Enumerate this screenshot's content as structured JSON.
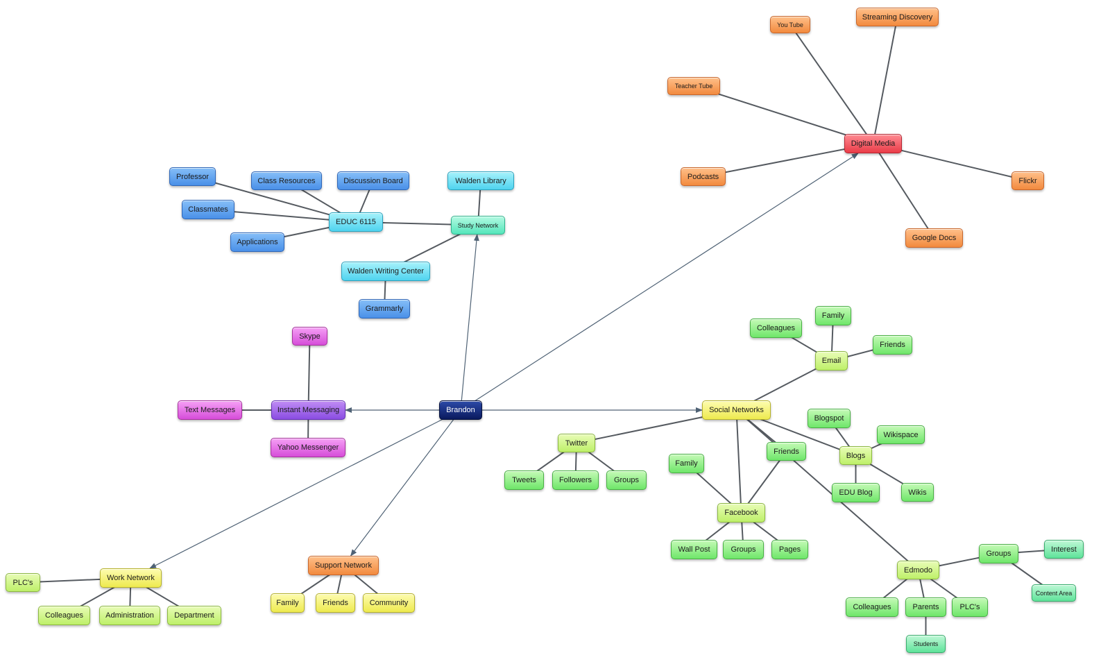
{
  "nodes": {
    "brandon": {
      "label": "Brandon"
    },
    "study_network": {
      "label": "Study Network"
    },
    "educ_6115": {
      "label": "EDUC 6115"
    },
    "walden_library": {
      "label": "Walden Library"
    },
    "walden_writing_center": {
      "label": "Walden Writing Center"
    },
    "grammarly": {
      "label": "Grammarly"
    },
    "professor": {
      "label": "Professor"
    },
    "class_resources": {
      "label": "Class Resources"
    },
    "discussion_board": {
      "label": "Discussion Board"
    },
    "classmates": {
      "label": "Classmates"
    },
    "applications": {
      "label": "Applications"
    },
    "digital_media": {
      "label": "Digital Media"
    },
    "you_tube": {
      "label": "You Tube"
    },
    "streaming_discovery": {
      "label": "Streaming Discovery"
    },
    "teacher_tube": {
      "label": "Teacher Tube"
    },
    "podcasts": {
      "label": "Podcasts"
    },
    "flickr": {
      "label": "Flickr"
    },
    "google_docs": {
      "label": "Google Docs"
    },
    "instant_messaging": {
      "label": "Instant Messaging"
    },
    "skype": {
      "label": "Skype"
    },
    "text_messages": {
      "label": "Text Messages"
    },
    "yahoo_messenger": {
      "label": "Yahoo Messenger"
    },
    "social_networks": {
      "label": "Social Networks"
    },
    "email": {
      "label": "Email"
    },
    "email_colleagues": {
      "label": "Colleagues"
    },
    "email_family": {
      "label": "Family"
    },
    "email_friends": {
      "label": "Friends"
    },
    "twitter": {
      "label": "Twitter"
    },
    "tweets": {
      "label": "Tweets"
    },
    "followers": {
      "label": "Followers"
    },
    "twitter_groups": {
      "label": "Groups"
    },
    "sn_friends": {
      "label": "Friends"
    },
    "facebook": {
      "label": "Facebook"
    },
    "fb_family": {
      "label": "Family"
    },
    "wall_post": {
      "label": "Wall Post"
    },
    "fb_groups": {
      "label": "Groups"
    },
    "pages": {
      "label": "Pages"
    },
    "blogs": {
      "label": "Blogs"
    },
    "blogspot": {
      "label": "Blogspot"
    },
    "wikispace": {
      "label": "Wikispace"
    },
    "edu_blog": {
      "label": "EDU Blog"
    },
    "wikis": {
      "label": "Wikis"
    },
    "edmodo": {
      "label": "Edmodo"
    },
    "edmodo_groups": {
      "label": "Groups"
    },
    "interest": {
      "label": "Interest"
    },
    "content_area": {
      "label": "Content Area"
    },
    "edmodo_colleagues": {
      "label": "Colleagues"
    },
    "parents": {
      "label": "Parents"
    },
    "edmodo_plcs": {
      "label": "PLC's"
    },
    "students": {
      "label": "Students"
    },
    "support_network": {
      "label": "Support Network"
    },
    "support_family": {
      "label": "Family"
    },
    "support_friends": {
      "label": "Friends"
    },
    "community": {
      "label": "Community"
    },
    "work_network": {
      "label": "Work Network"
    },
    "work_plcs": {
      "label": "PLC's"
    },
    "work_colleagues": {
      "label": "Colleagues"
    },
    "administration": {
      "label": "Administration"
    },
    "department": {
      "label": "Department"
    }
  },
  "edges": [
    {
      "from": "brandon",
      "to": "study_network",
      "arrow": true
    },
    {
      "from": "brandon",
      "to": "digital_media",
      "arrow": true
    },
    {
      "from": "brandon",
      "to": "instant_messaging",
      "arrow": true
    },
    {
      "from": "brandon",
      "to": "social_networks",
      "arrow": true
    },
    {
      "from": "brandon",
      "to": "support_network",
      "arrow": true
    },
    {
      "from": "brandon",
      "to": "work_network",
      "arrow": true
    },
    {
      "from": "study_network",
      "to": "educ_6115"
    },
    {
      "from": "study_network",
      "to": "walden_library"
    },
    {
      "from": "study_network",
      "to": "walden_writing_center"
    },
    {
      "from": "walden_writing_center",
      "to": "grammarly"
    },
    {
      "from": "educ_6115",
      "to": "professor"
    },
    {
      "from": "educ_6115",
      "to": "class_resources"
    },
    {
      "from": "educ_6115",
      "to": "discussion_board"
    },
    {
      "from": "educ_6115",
      "to": "classmates"
    },
    {
      "from": "educ_6115",
      "to": "applications"
    },
    {
      "from": "digital_media",
      "to": "you_tube"
    },
    {
      "from": "digital_media",
      "to": "streaming_discovery"
    },
    {
      "from": "digital_media",
      "to": "teacher_tube"
    },
    {
      "from": "digital_media",
      "to": "podcasts"
    },
    {
      "from": "digital_media",
      "to": "flickr"
    },
    {
      "from": "digital_media",
      "to": "google_docs"
    },
    {
      "from": "instant_messaging",
      "to": "skype"
    },
    {
      "from": "instant_messaging",
      "to": "text_messages"
    },
    {
      "from": "instant_messaging",
      "to": "yahoo_messenger"
    },
    {
      "from": "social_networks",
      "to": "email"
    },
    {
      "from": "email",
      "to": "email_colleagues"
    },
    {
      "from": "email",
      "to": "email_family"
    },
    {
      "from": "email",
      "to": "email_friends"
    },
    {
      "from": "social_networks",
      "to": "twitter"
    },
    {
      "from": "twitter",
      "to": "tweets"
    },
    {
      "from": "twitter",
      "to": "followers"
    },
    {
      "from": "twitter",
      "to": "twitter_groups"
    },
    {
      "from": "social_networks",
      "to": "sn_friends"
    },
    {
      "from": "social_networks",
      "to": "facebook"
    },
    {
      "from": "social_networks",
      "to": "blogs"
    },
    {
      "from": "social_networks",
      "to": "edmodo"
    },
    {
      "from": "sn_friends",
      "to": "facebook"
    },
    {
      "from": "facebook",
      "to": "fb_family"
    },
    {
      "from": "facebook",
      "to": "wall_post"
    },
    {
      "from": "facebook",
      "to": "fb_groups"
    },
    {
      "from": "facebook",
      "to": "pages"
    },
    {
      "from": "blogs",
      "to": "blogspot"
    },
    {
      "from": "blogs",
      "to": "wikispace"
    },
    {
      "from": "blogs",
      "to": "edu_blog"
    },
    {
      "from": "blogs",
      "to": "wikis"
    },
    {
      "from": "edmodo",
      "to": "edmodo_groups"
    },
    {
      "from": "edmodo_groups",
      "to": "interest"
    },
    {
      "from": "edmodo_groups",
      "to": "content_area"
    },
    {
      "from": "edmodo",
      "to": "edmodo_colleagues"
    },
    {
      "from": "edmodo",
      "to": "parents"
    },
    {
      "from": "edmodo",
      "to": "edmodo_plcs"
    },
    {
      "from": "parents",
      "to": "students"
    },
    {
      "from": "support_network",
      "to": "support_family"
    },
    {
      "from": "support_network",
      "to": "support_friends"
    },
    {
      "from": "support_network",
      "to": "community"
    },
    {
      "from": "work_network",
      "to": "work_plcs"
    },
    {
      "from": "work_network",
      "to": "work_colleagues"
    },
    {
      "from": "work_network",
      "to": "administration"
    },
    {
      "from": "work_network",
      "to": "department"
    }
  ]
}
